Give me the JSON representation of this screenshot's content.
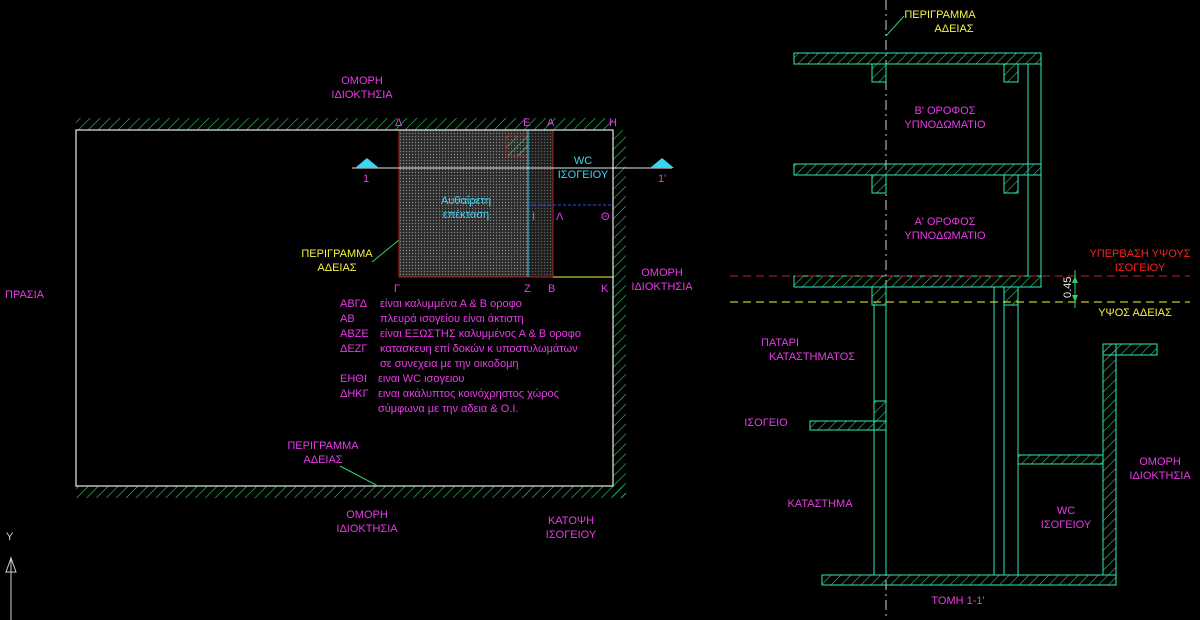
{
  "colors": {
    "background": "#000000",
    "wall": "#2ee8c0",
    "hatch": "#2ecf6a",
    "text_magenta": "#e83ae8",
    "text_yellow": "#f5f542",
    "text_cyan": "#3ad7f5",
    "text_red": "#ff2020",
    "red_line": "#c02020",
    "extension_fill": "#5a5a5a",
    "axis_white": "#d0d0d0"
  },
  "plan": {
    "top_neighbor": [
      "ΟΜΟΡΗ",
      "ΙΔΙΟΚΤΗΣΙΑ"
    ],
    "right_neighbor": [
      "ΟΜΟΡΗ",
      "ΙΔΙΟΚΤΗΣΙΑ"
    ],
    "bottom_neighbor": [
      "ΟΜΟΡΗ",
      "ΙΔΙΟΚΤΗΣΙΑ"
    ],
    "left_label": "ΠΡΑΣΙΑ",
    "permit_outline_top": [
      "ΠΕΡΙΓΡΑΜΜΑ",
      "ΑΔΕΙΑΣ"
    ],
    "permit_outline_bottom": [
      "ΠΕΡΙΓΡΑΜΜΑ",
      "ΑΔΕΙΑΣ"
    ],
    "illegal_extension": [
      "Αυθαίρετη",
      "επέκταση"
    ],
    "wc": [
      "WC",
      "ΙΣΟΓΕΙΟΥ"
    ],
    "section_marks": [
      "1",
      "1'"
    ],
    "points": {
      "D": "Δ",
      "E": "Ε",
      "A": "Α",
      "H": "Η",
      "I": "Ι",
      "L": "Λ",
      "TH": "Θ",
      "G": "Γ",
      "Z": "Ζ",
      "B": "Β",
      "K": "Κ"
    },
    "legend": [
      {
        "key": "ΑΒΓΔ",
        "text": "είναι καλυμμένα Α & Β οροφο"
      },
      {
        "key": "ΑΒ",
        "text": "πλευρά ισογείου είναι άκτιστη"
      },
      {
        "key": "ΑΒΖΕ",
        "text": "είναι ΕΞΩΣΤΗΣ καλυμμένος Α & Β οροφο"
      },
      {
        "key": "ΔΕΖΓ",
        "text": "κατασκευη επί δοκών κ υποστυλωμάτων"
      },
      {
        "key": "",
        "text": "σε συνεχεια με την οικοδομη"
      },
      {
        "key": "ΕΗΘΙ",
        "text": "ειναι WC ισογειου"
      },
      {
        "key": "ΔΗΚΓ",
        "text": "ειναι ακάλυπτος κοινόχρηστος χώρος"
      },
      {
        "key": "",
        "text": "σύμφωνα με την αδεια & Ο.Ι."
      }
    ],
    "caption": [
      "ΚΑΤΟΨΗ",
      "ΙΣΟΓΕΙΟΥ"
    ]
  },
  "section": {
    "permit_outline": [
      "ΠΕΡΙΓΡΑΜΜΑ",
      "ΑΔΕΙΑΣ"
    ],
    "floor_b": [
      "Β' ΟΡΟΦΟΣ",
      "ΥΠΝΟΔΩΜΑΤΙΟ"
    ],
    "floor_a": [
      "Α' ΟΡΟΦΟΣ",
      "ΥΠΝΟΔΩΜΑΤΙΟ"
    ],
    "height_exceed": [
      "ΥΠΕΡΒΑΣΗ ΥΨΟΥΣ",
      "ΙΣΟΓΕΙΟΥ"
    ],
    "permit_height": "ΥΨΟΣ ΑΔΕΙΑΣ",
    "dimension": "0.45",
    "mezzanine": [
      "ΠΑΤΑΡΙ",
      "ΚΑΤΑΣΤΗΜΑΤΟΣ"
    ],
    "ground": "ΙΣΟΓΕΙΟ",
    "shop": "ΚΑΤΑΣΤΗΜΑ",
    "neighbor": [
      "ΟΜΟΡΗ",
      "ΙΔΙΟΚΤΗΣΙΑ"
    ],
    "wc": [
      "WC",
      "ΙΣΟΓΕΙΟΥ"
    ],
    "caption": "ΤΟΜΗ 1-1'"
  },
  "ucs": {
    "axis_label": "Y"
  }
}
